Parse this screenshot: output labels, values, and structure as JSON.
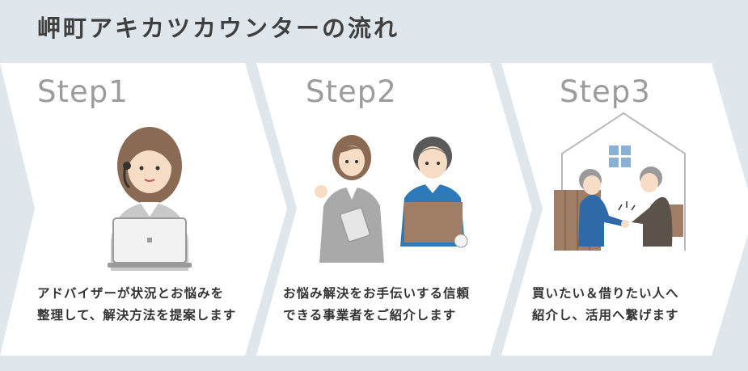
{
  "title": "岬町アキカツカウンターの流れ",
  "steps": [
    {
      "label": "Step1",
      "desc_line1": "アドバイザーが状況とお悩みを",
      "desc_line2": "整理して、解決方法を提案します"
    },
    {
      "label": "Step2",
      "desc_line1": "お悩み解決をお手伝いする信頼",
      "desc_line2": "できる事業者をご紹介します"
    },
    {
      "label": "Step3",
      "desc_line1": "買いたい＆借りたい人へ",
      "desc_line2": "紹介し、活用へ繋げます"
    }
  ],
  "colors": {
    "background": "#dfe6ec",
    "panel": "#ffffff",
    "step_text": "#9c9c9c",
    "title_text": "#3f3f3f"
  }
}
